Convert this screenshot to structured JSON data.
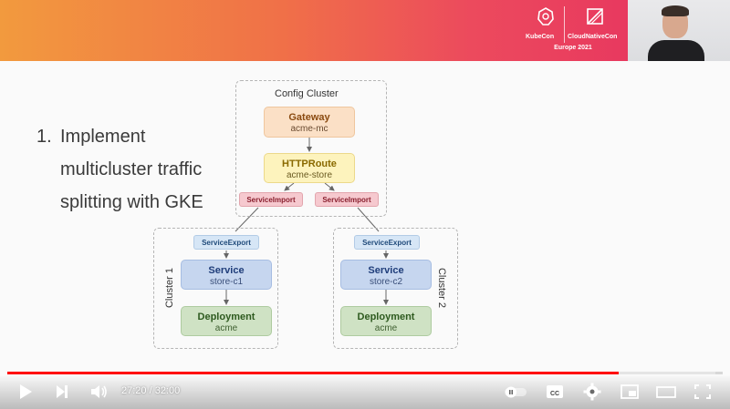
{
  "banner": {
    "kubecon_label": "KubeCon",
    "cncf_label": "CloudNativeCon",
    "event_label": "Europe 2021"
  },
  "slide": {
    "item_number": "1.",
    "title_lines": [
      "Implement",
      "multicluster traffic",
      "splitting with GKE"
    ],
    "config_cluster_label": "Config Cluster",
    "gateway": {
      "title": "Gateway",
      "subtitle": "acme-mc"
    },
    "httproute": {
      "title": "HTTPRoute",
      "subtitle": "acme-store"
    },
    "service_import_left": "ServiceImport",
    "service_import_right": "ServiceImport",
    "cluster1": {
      "label": "Cluster 1",
      "service_export": "ServiceExport",
      "service": {
        "title": "Service",
        "subtitle": "store-c1"
      },
      "deployment": {
        "title": "Deployment",
        "subtitle": "acme"
      }
    },
    "cluster2": {
      "label": "Cluster 2",
      "service_export": "ServiceExport",
      "service": {
        "title": "Service",
        "subtitle": "store-c2"
      },
      "deployment": {
        "title": "Deployment",
        "subtitle": "acme"
      }
    }
  },
  "player": {
    "current_time": "27:20",
    "duration": "32:00",
    "time_display": "27:20 / 32:00",
    "progress": 0.854,
    "buffered": 0.99,
    "colors": {
      "progress": "#ff0000",
      "accent_banner_start": "#f29a3e",
      "accent_banner_end": "#e8395f"
    },
    "icons": [
      "play-icon",
      "next-icon",
      "volume-icon",
      "autoplay-toggle-icon",
      "captions-icon",
      "settings-icon",
      "miniplayer-icon",
      "theater-icon",
      "fullscreen-icon"
    ]
  }
}
